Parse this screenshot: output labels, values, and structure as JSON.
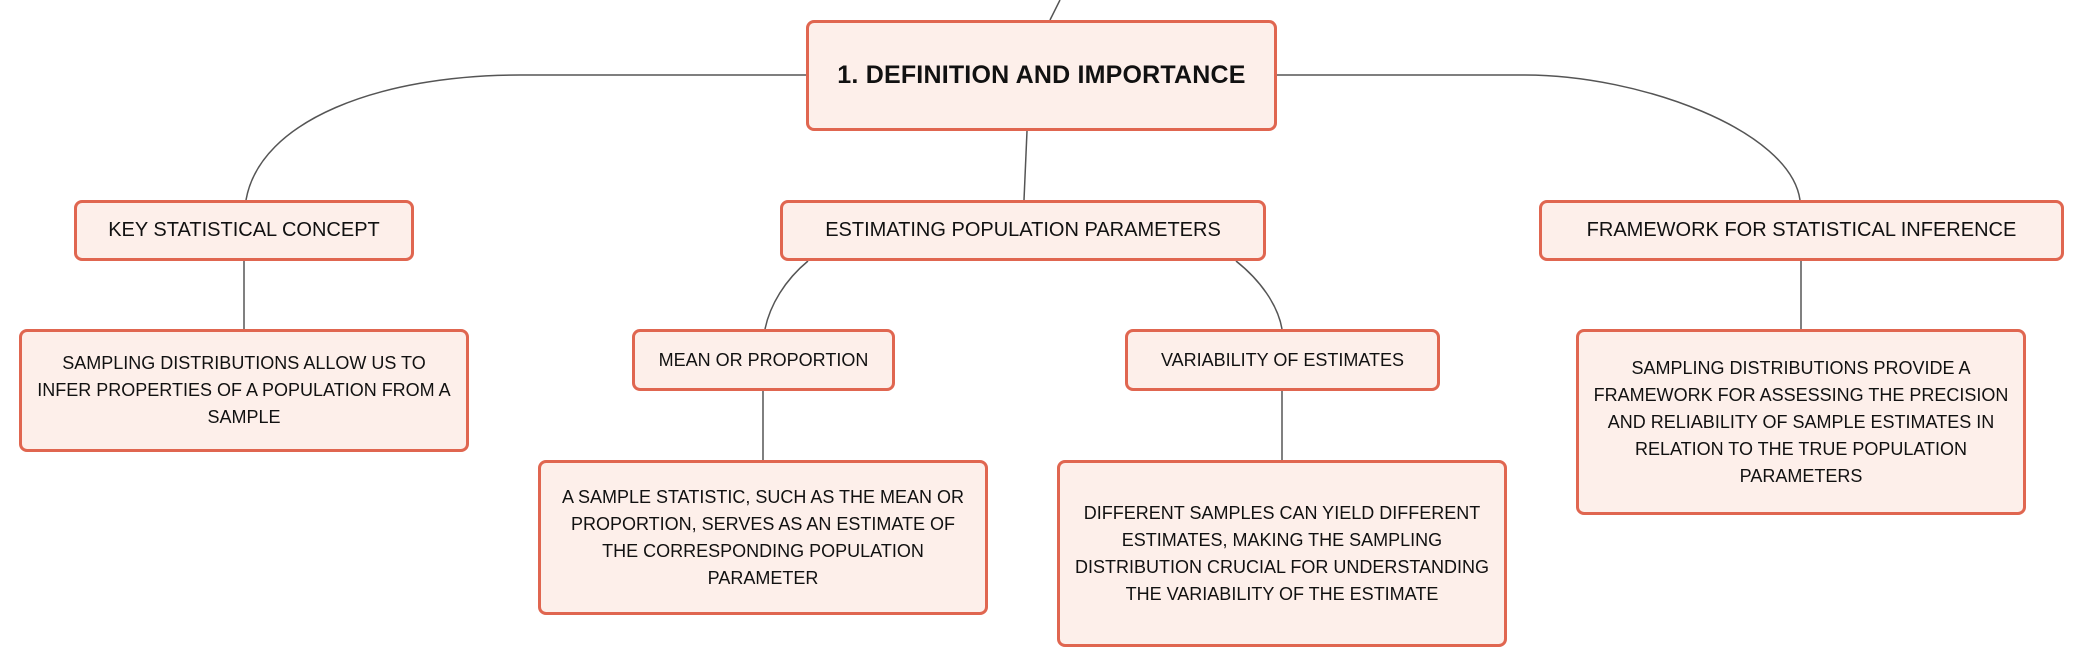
{
  "root": {
    "label": "1. DEFINITION AND IMPORTANCE"
  },
  "branches": [
    {
      "label": "KEY STATISTICAL CONCEPT",
      "detail": "SAMPLING DISTRIBUTIONS ALLOW US TO INFER PROPERTIES OF A POPULATION FROM A SAMPLE"
    },
    {
      "label": "ESTIMATING POPULATION PARAMETERS",
      "children": [
        {
          "label": "MEAN OR PROPORTION",
          "detail": "A SAMPLE STATISTIC, SUCH AS THE MEAN OR PROPORTION, SERVES AS AN ESTIMATE OF THE CORRESPONDING POPULATION PARAMETER"
        },
        {
          "label": "VARIABILITY OF ESTIMATES",
          "detail": "DIFFERENT SAMPLES CAN YIELD DIFFERENT ESTIMATES, MAKING THE SAMPLING DISTRIBUTION CRUCIAL FOR UNDERSTANDING THE VARIABILITY OF THE ESTIMATE"
        }
      ]
    },
    {
      "label": "FRAMEWORK FOR STATISTICAL INFERENCE",
      "detail": "SAMPLING DISTRIBUTIONS PROVIDE A FRAMEWORK FOR ASSESSING THE PRECISION AND RELIABILITY OF SAMPLE ESTIMATES IN RELATION TO THE TRUE POPULATION PARAMETERS"
    }
  ],
  "colors": {
    "node_fill": "#fdefea",
    "node_border": "#e06650",
    "connector": "#555555",
    "text": "#111111"
  }
}
